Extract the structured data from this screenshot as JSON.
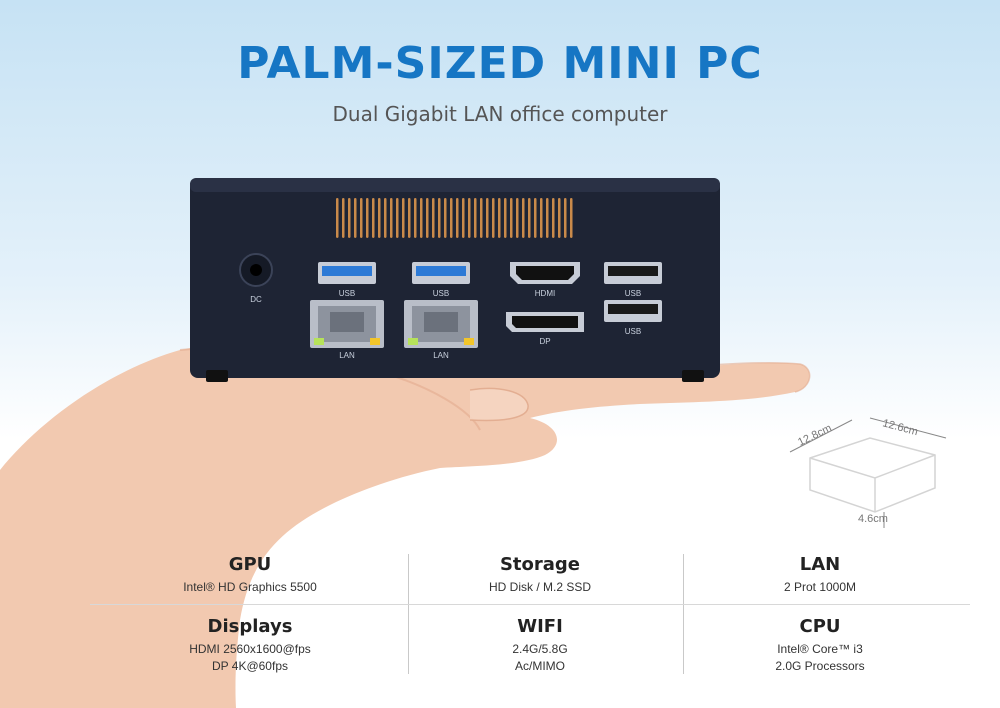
{
  "header": {
    "title": "PALM-SIZED MINI PC",
    "subtitle": "Dual Gigabit LAN office computer"
  },
  "ports": {
    "dc": "DC",
    "usb": "USB",
    "lan": "LAN",
    "hdmi": "HDMI",
    "dp": "DP"
  },
  "dimensions": {
    "length": "12.8cm",
    "width": "12.6cm",
    "height": "4.6cm"
  },
  "specs": [
    {
      "title": "GPU",
      "lines": [
        "Intel® HD Graphics 5500"
      ]
    },
    {
      "title": "Storage",
      "lines": [
        "HD Disk / M.2 SSD"
      ]
    },
    {
      "title": "LAN",
      "lines": [
        "2 Prot 1000M"
      ]
    },
    {
      "title": "Displays",
      "lines": [
        "HDMI 2560x1600@fps",
        "DP 4K@60fps"
      ]
    },
    {
      "title": "WIFI",
      "lines": [
        "2.4G/5.8G",
        "Ac/MIMO"
      ]
    },
    {
      "title": "CPU",
      "lines": [
        "Intel® Core™ i3",
        "2.0G Processors"
      ]
    }
  ],
  "colors": {
    "title": "#1676c4",
    "device_body": "#1e2434",
    "vent": "#c98a4a",
    "skin": "#f3cdb5"
  }
}
